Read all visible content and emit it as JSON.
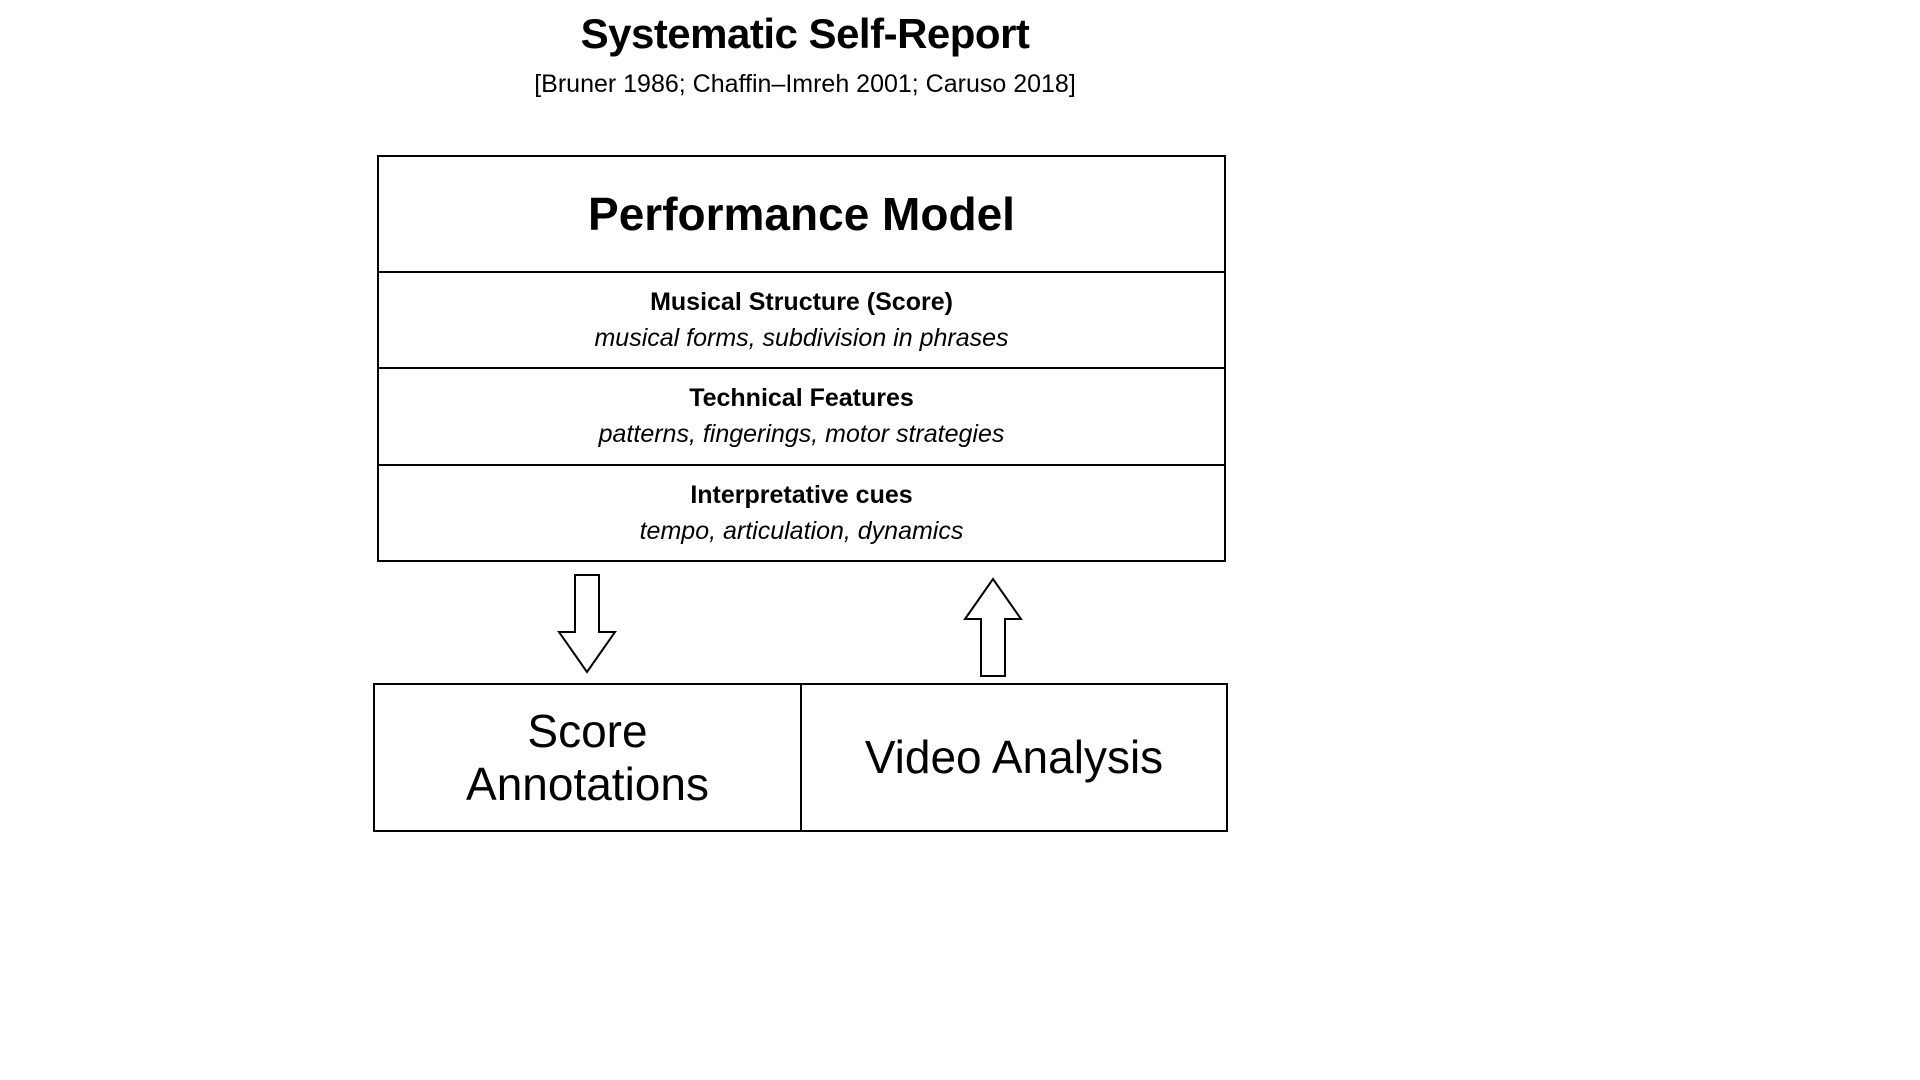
{
  "title": "Systematic Self-Report",
  "citation": "[Bruner 1986; Chaffin–Imreh 2001; Caruso 2018]",
  "model": {
    "header": "Performance Model",
    "layers": [
      {
        "title": "Musical Structure (Score)",
        "subtitle": "musical forms, subdivision in phrases"
      },
      {
        "title": "Technical Features",
        "subtitle": "patterns, fingerings, motor strategies"
      },
      {
        "title": "Interpretative cues",
        "subtitle": "tempo, articulation, dynamics"
      }
    ]
  },
  "arrows": {
    "down": "arrow-down",
    "up": "arrow-up"
  },
  "bottom": {
    "left_label": "Score Annotations",
    "right_label": "Video Analysis"
  },
  "colors": {
    "background": "#ffffff",
    "stroke": "#000000",
    "text": "#000000"
  }
}
